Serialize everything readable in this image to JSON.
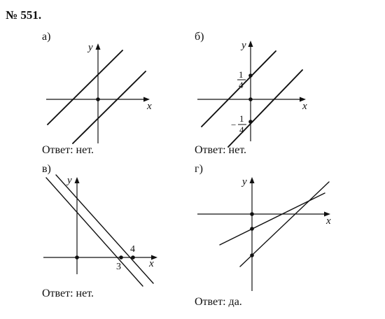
{
  "problem": {
    "number": "№ 551."
  },
  "panels": [
    {
      "label": "а)",
      "axis_x": "x",
      "axis_y": "y",
      "marks": [],
      "answer": "Ответ: нет."
    },
    {
      "label": "б)",
      "axis_x": "x",
      "axis_y": "y",
      "marks": [
        {
          "num": "1",
          "den": "4",
          "sign": ""
        },
        {
          "num": "1",
          "den": "4",
          "sign": "−"
        }
      ],
      "answer": "Ответ: нет."
    },
    {
      "label": "в)",
      "axis_x": "x",
      "axis_y": "y",
      "marks": [
        "3",
        "4"
      ],
      "answer": "Ответ: нет."
    },
    {
      "label": "г)",
      "axis_x": "x",
      "axis_y": "y",
      "marks": [],
      "answer": "Ответ: да."
    }
  ]
}
